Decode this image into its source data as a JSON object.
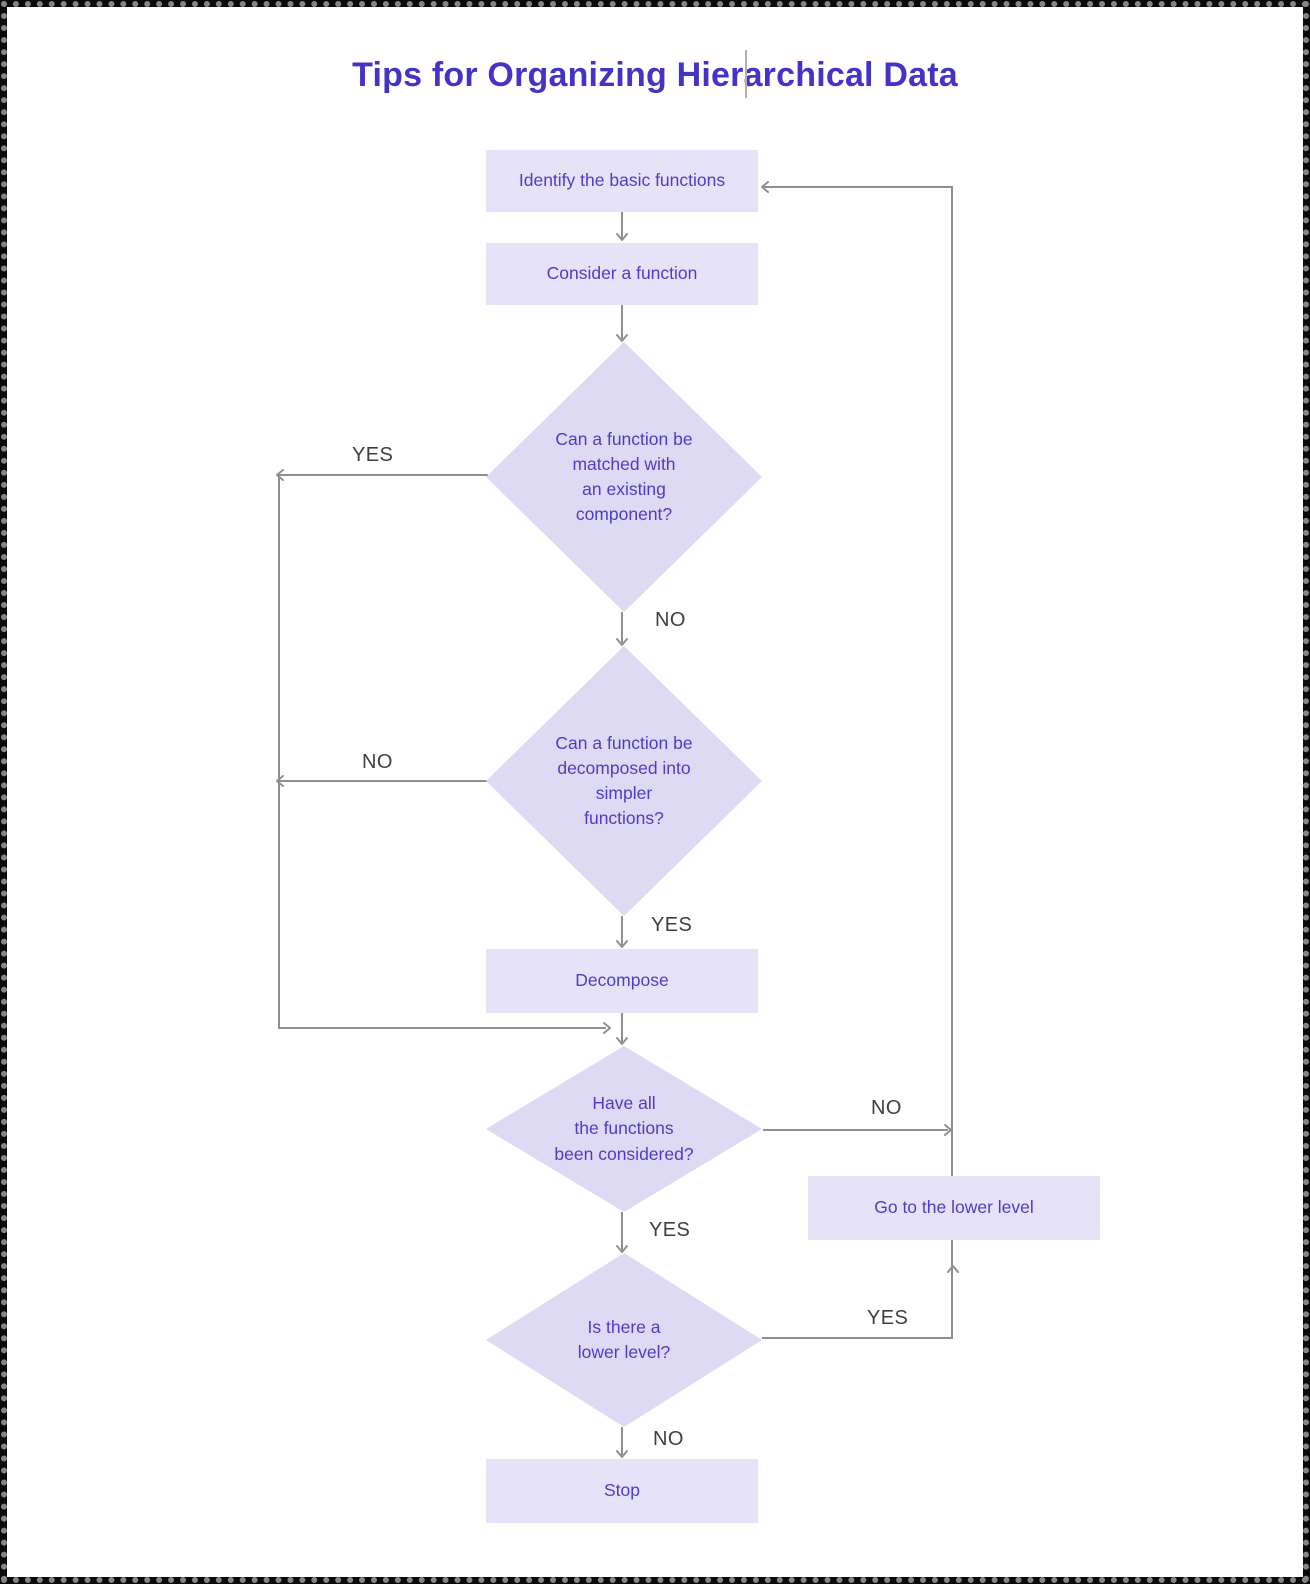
{
  "title": "Tips for Organizing Hierarchical Data",
  "nodes": {
    "identify": {
      "label": "Identify the basic functions",
      "type": "process"
    },
    "consider": {
      "label": "Consider a function",
      "type": "process"
    },
    "match": {
      "label": "Can a function be\nmatched with\nan existing\ncomponent?",
      "type": "decision"
    },
    "decomposable": {
      "label": "Can a function be\ndecomposed into\nsimpler\nfunctions?",
      "type": "decision"
    },
    "decompose": {
      "label": "Decompose",
      "type": "process"
    },
    "considered": {
      "label": "Have all\nthe functions\nbeen considered?",
      "type": "decision"
    },
    "lower": {
      "label": "Is there a\nlower level?",
      "type": "decision"
    },
    "goto_lower": {
      "label": "Go to the lower level",
      "type": "process"
    },
    "stop": {
      "label": "Stop",
      "type": "process"
    }
  },
  "edge_labels": {
    "match_yes": "YES",
    "match_no": "NO",
    "decomposable_no": "NO",
    "decomposable_yes": "YES",
    "considered_no": "NO",
    "considered_yes": "YES",
    "lower_yes": "YES",
    "lower_no": "NO"
  },
  "colors": {
    "title_text": "#4433C6",
    "node_fill": "#E6E3F8",
    "diamond_fill": "#DEDAF3",
    "node_text": "#4B3EC4",
    "connector": "#8F8F8F",
    "edge_label_text": "#3F3F3F"
  }
}
